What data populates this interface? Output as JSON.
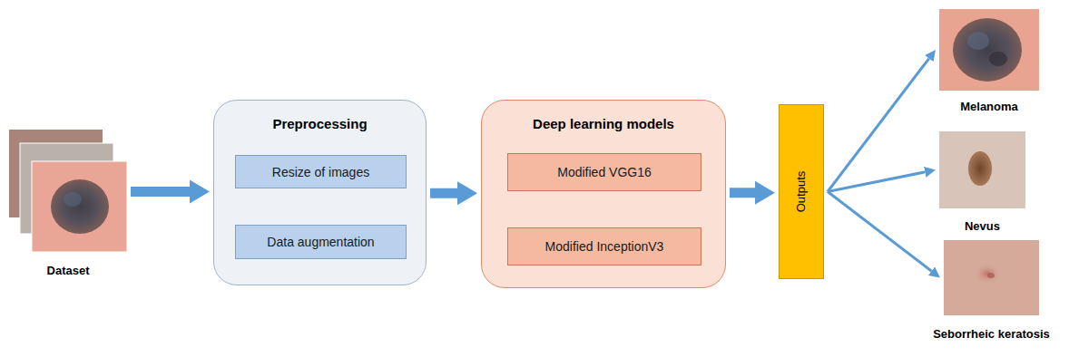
{
  "diagram": {
    "nodes": [
      {
        "text": [
          "Dataset"
        ]
      },
      {
        "text": [
          "Preprocessing"
        ]
      },
      {
        "text": [
          "Resize of images"
        ],
        "in": 1
      },
      {
        "text": [
          "Data augmentation"
        ],
        "in": 1
      },
      {
        "text": [
          "Deep learning models"
        ]
      },
      {
        "text": [
          "Modified VGG16"
        ],
        "in": 4
      },
      {
        "text": [
          "Modified InceptionV3"
        ],
        "in": 4
      },
      {
        "text": [
          "Outputs"
        ]
      },
      {
        "text": [
          "Melanoma"
        ]
      },
      {
        "text": [
          "Nevus"
        ]
      },
      {
        "text": [
          "Seborrheic keratosis"
        ]
      }
    ],
    "edges": [
      {
        "from": 0,
        "to": 1,
        "arrow": "to"
      },
      {
        "from": 1,
        "to": 4,
        "arrow": "to"
      },
      {
        "from": 4,
        "to": 7,
        "arrow": "to"
      },
      {
        "from": 7,
        "to": 8,
        "arrow": "to"
      },
      {
        "from": 7,
        "to": 9,
        "arrow": "to"
      },
      {
        "from": 7,
        "to": 10,
        "arrow": "to"
      }
    ]
  }
}
